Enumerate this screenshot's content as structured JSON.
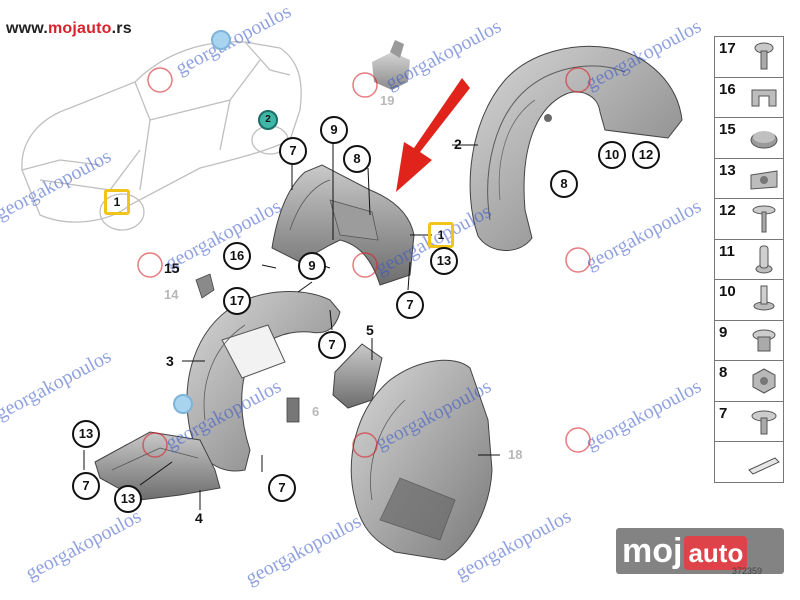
{
  "header": {
    "url_prefix": "www.",
    "url_brand": "mojauto",
    "url_suffix": ".rs"
  },
  "watermark_text": "georgakopoulos",
  "logo": {
    "text_a": "moj",
    "text_b": "auto"
  },
  "reference_number": "372359",
  "callouts": {
    "c9a": "9",
    "c8a": "8",
    "c7a": "7",
    "c16": "16",
    "c9b": "9",
    "c17": "17",
    "c7b": "7",
    "c7c": "7",
    "c13a": "13",
    "c10": "10",
    "c12": "12",
    "c8b": "8",
    "c13b": "13",
    "c7d": "7",
    "c13c": "13",
    "c7e": "7"
  },
  "labels": {
    "l1": "1",
    "l2": "2",
    "l3": "3",
    "l4": "4",
    "l5": "5",
    "l6": "6",
    "l14": "14",
    "l15": "15",
    "l18": "18",
    "l19": "19"
  },
  "car_markers": {
    "m1": "1",
    "m2": "2",
    "m_top": "",
    "m_left": ""
  },
  "parts_table": [
    {
      "num": "17",
      "icon": "screw-icon"
    },
    {
      "num": "16",
      "icon": "clip-icon"
    },
    {
      "num": "15",
      "icon": "cap-icon"
    },
    {
      "num": "13",
      "icon": "spring-nut-icon"
    },
    {
      "num": "12",
      "icon": "screw-washer-icon"
    },
    {
      "num": "11",
      "icon": "push-rivet-icon"
    },
    {
      "num": "10",
      "icon": "expanding-rivet-icon"
    },
    {
      "num": "9",
      "icon": "plastic-nut-icon"
    },
    {
      "num": "8",
      "icon": "hex-nut-icon"
    },
    {
      "num": "7",
      "icon": "flange-screw-icon"
    },
    {
      "num": "",
      "icon": "tape-icon"
    }
  ],
  "colors": {
    "red_arrow": "#e0241b",
    "highlight_yellow": "#f0c419",
    "marker_teal": "#3fb6a8",
    "part_grey": "#8c8c8c",
    "watermark_blue": "#3554c8"
  }
}
